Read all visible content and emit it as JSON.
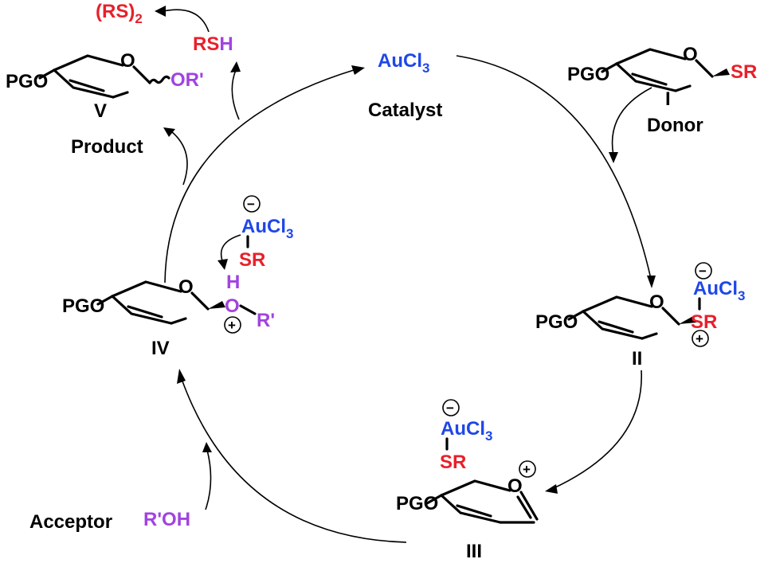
{
  "colors": {
    "black": "#000000",
    "red": "#e8202a",
    "blue": "#1f47e8",
    "purple": "#a143e0"
  },
  "catalyst": {
    "formula_main": "AuCl",
    "formula_sub": "3",
    "label": "Catalyst"
  },
  "donor": {
    "roman": "I",
    "label": "Donor",
    "pg": "PGO",
    "ring_o": "O",
    "group": "SR"
  },
  "intermediate_ii": {
    "roman": "II",
    "pg": "PGO",
    "ring_o": "O",
    "au_main": "AuCl",
    "au_sub": "3",
    "s_group": "SR",
    "minus": "−",
    "plus": "+"
  },
  "intermediate_iii": {
    "roman": "III",
    "pg": "PGO",
    "ring_o": "O",
    "au_main": "AuCl",
    "au_sub": "3",
    "s_group": "SR",
    "minus": "−",
    "plus": "+"
  },
  "intermediate_iv": {
    "roman": "IV",
    "pg": "PGO",
    "ring_o": "O",
    "h": "H",
    "o": "O",
    "r_prime": "R'",
    "au_main": "AuCl",
    "au_sub": "3",
    "s_group": "SR",
    "minus": "−",
    "plus": "+"
  },
  "product": {
    "roman": "V",
    "label": "Product",
    "pg": "PGO",
    "ring_o": "O",
    "group": "OR'"
  },
  "byproducts": {
    "thiol_rs": "RS",
    "thiol_h": "H",
    "disulfide": "(RS)",
    "disulfide_sub": "2"
  },
  "acceptor": {
    "label": "Acceptor",
    "formula": "R'OH"
  }
}
